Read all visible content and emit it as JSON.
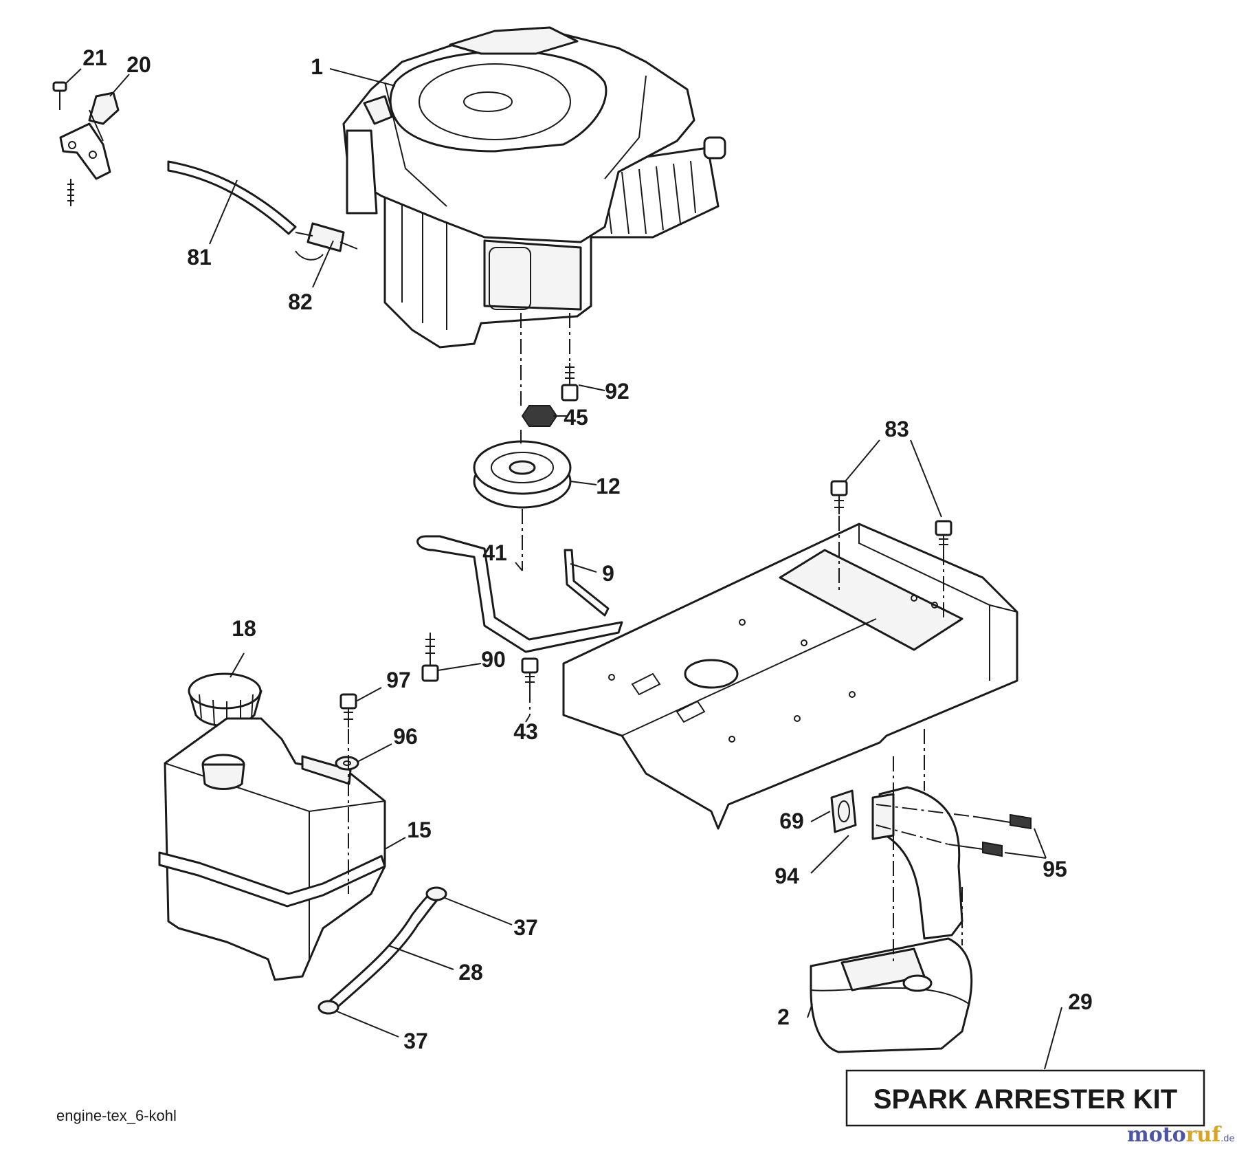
{
  "callouts": {
    "c1": "1",
    "c2": "2",
    "c9": "9",
    "c12": "12",
    "c15": "15",
    "c18": "18",
    "c20": "20",
    "c21": "21",
    "c28": "28",
    "c29": "29",
    "c37a": "37",
    "c37b": "37",
    "c41": "41",
    "c43": "43",
    "c45": "45",
    "c69": "69",
    "c81": "81",
    "c82": "82",
    "c83": "83",
    "c90": "90",
    "c92": "92",
    "c94": "94",
    "c95": "95",
    "c96": "96",
    "c97": "97"
  },
  "caption": "engine-tex_6-kohl",
  "kit_label": "SPARK ARRESTER KIT",
  "watermark": {
    "part1": "moto",
    "part2": "ruf",
    "suffix": ".de"
  }
}
